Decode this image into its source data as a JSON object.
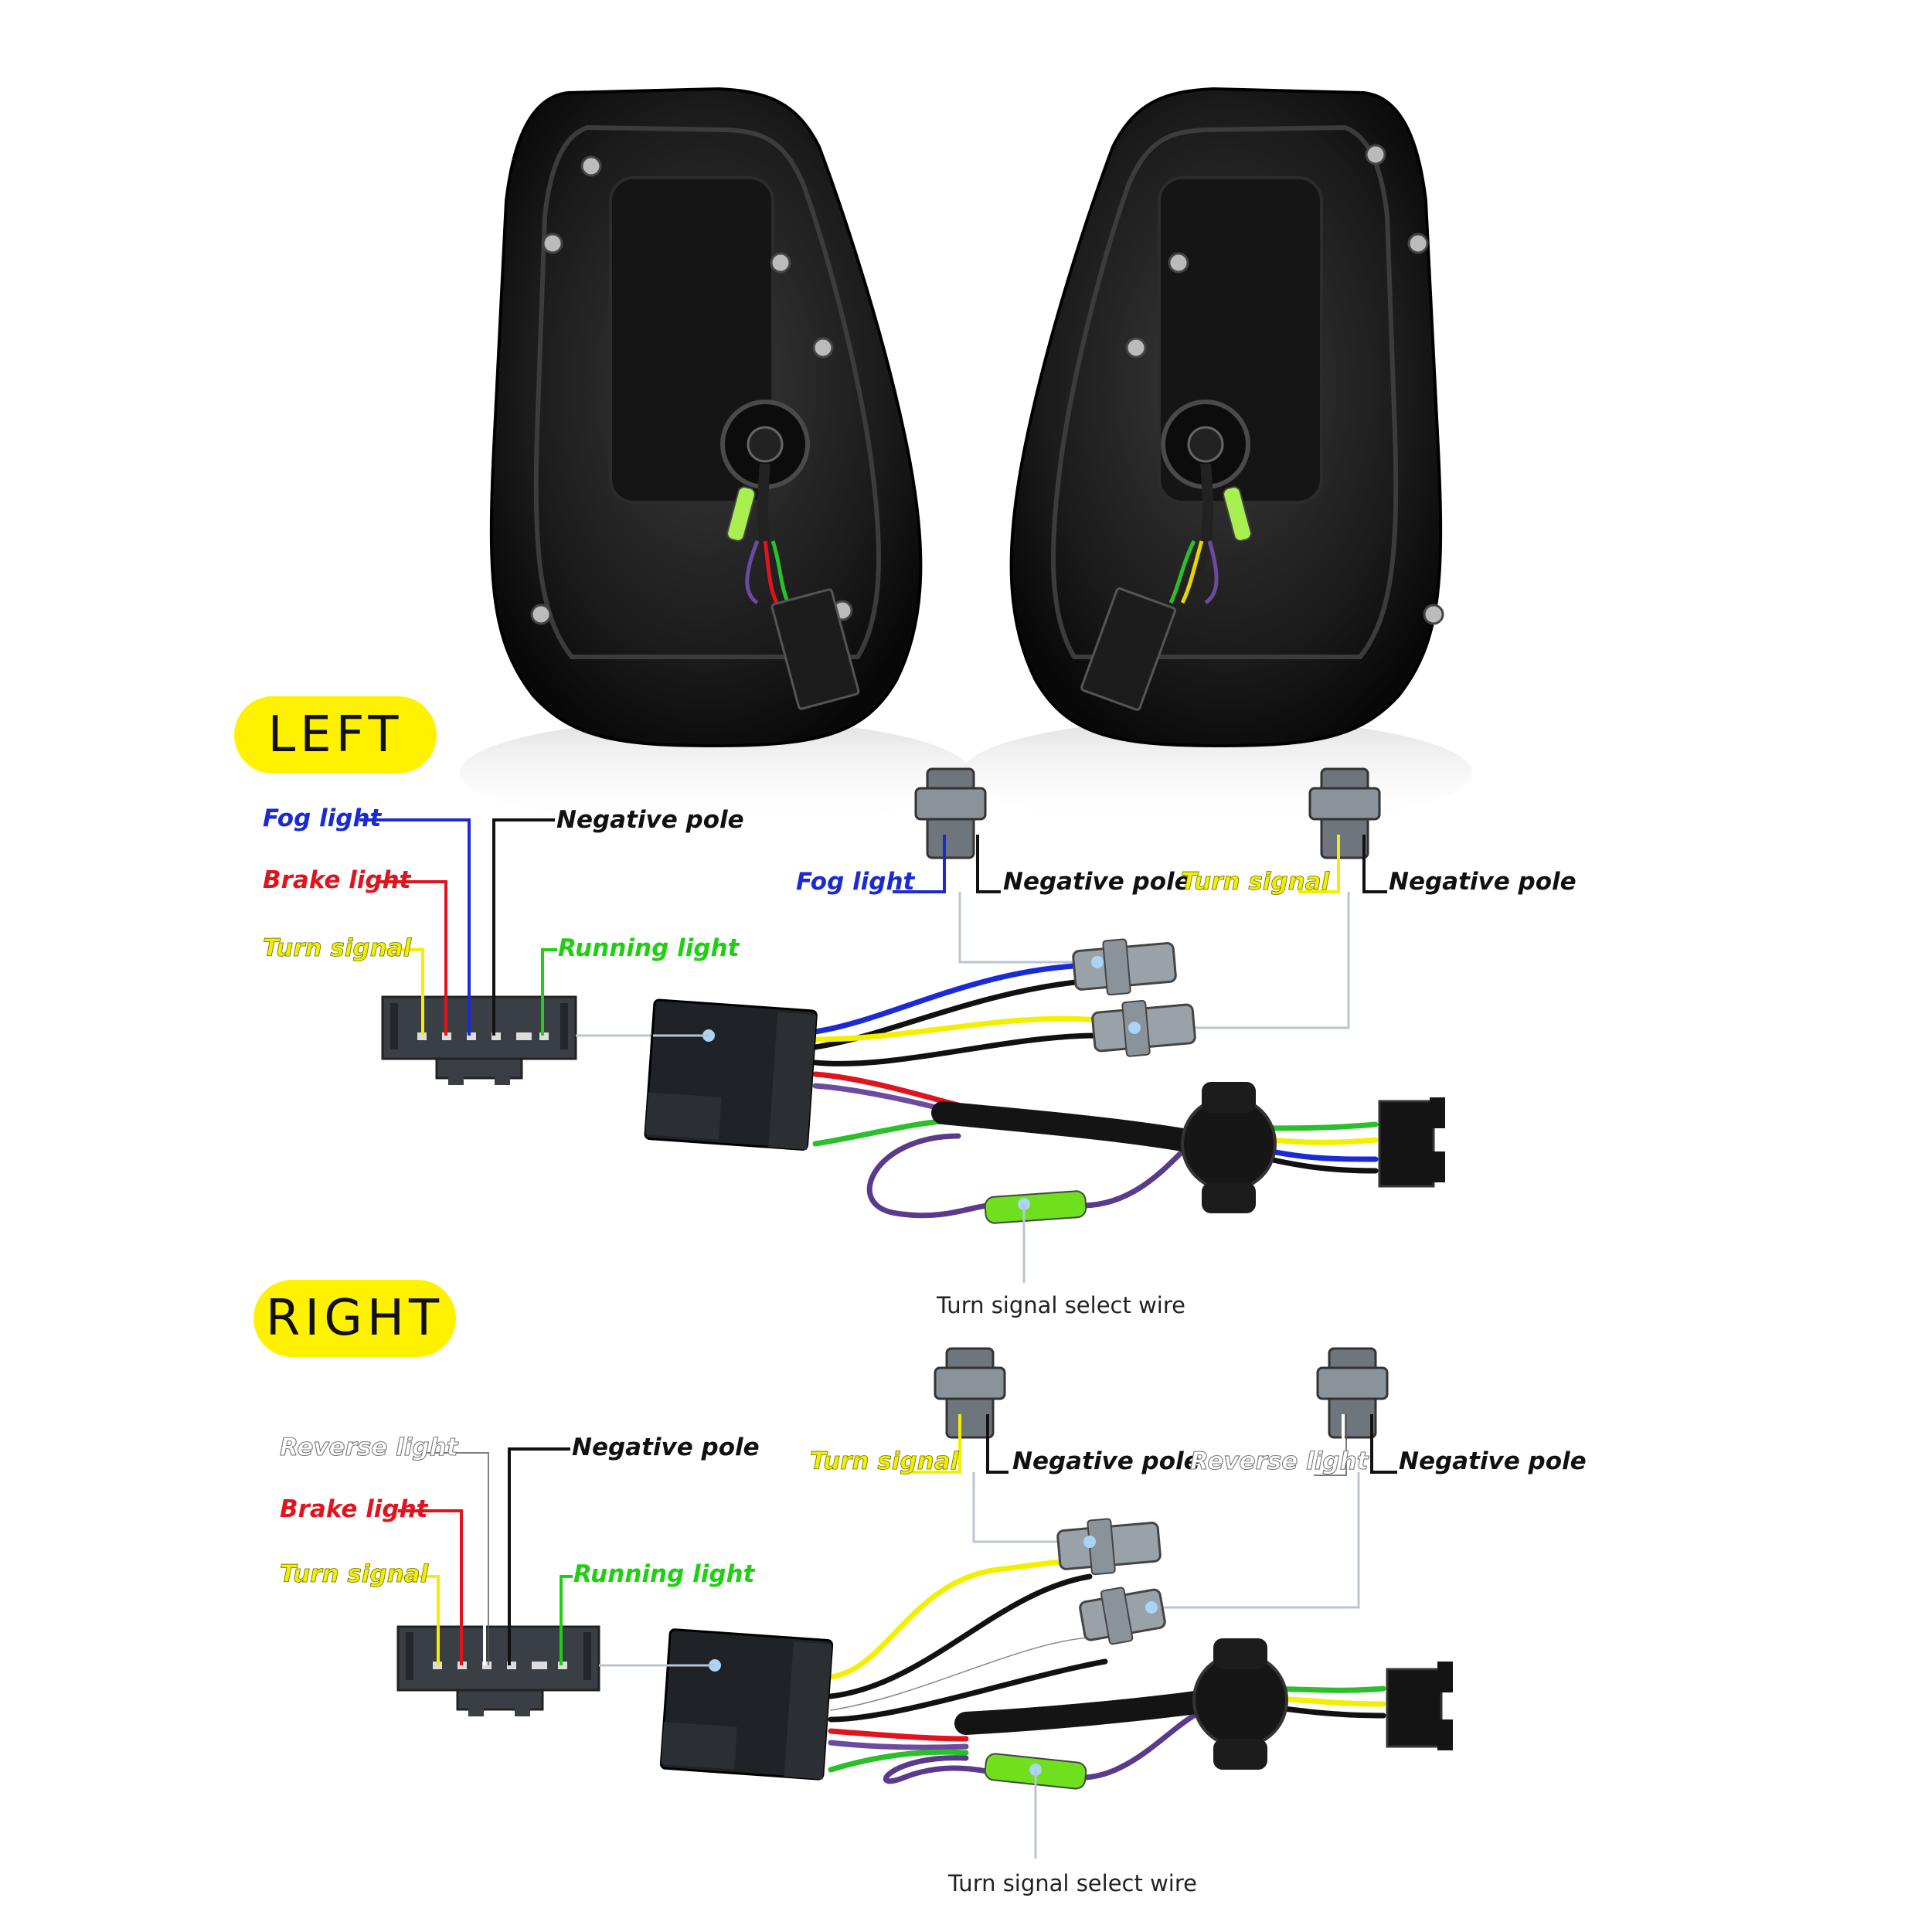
{
  "sections": {
    "left": {
      "title": "LEFT",
      "labels": {
        "fog": "Fog light",
        "negative": "Negative pole",
        "brake": "Brake light",
        "turn": "Turn signal",
        "running": "Running light",
        "fog_plug": "Fog light",
        "fog_plug_negative": "Negative pole",
        "turn_plug": "Turn signal",
        "turn_plug_negative": "Negative pole"
      },
      "select_wire": "Turn signal select wire"
    },
    "right": {
      "title": "RIGHT",
      "labels": {
        "reverse": "Reverse light",
        "negative": "Negative pole",
        "brake": "Brake light",
        "turn": "Turn signal",
        "running": "Running light",
        "turn_plug": "Turn signal",
        "turn_plug_negative": "Negative pole",
        "reverse_plug": "Reverse light",
        "reverse_plug_negative": "Negative pole"
      },
      "select_wire": "Turn signal select wire"
    }
  },
  "colors": {
    "yellow": "#fff200",
    "blue": "#1a2bd6",
    "red": "#e0141e",
    "green": "#1fcf12",
    "white": "#ffffff",
    "black": "#111111",
    "purple": "#5b3a8c",
    "leader": "#b8c6d2"
  }
}
